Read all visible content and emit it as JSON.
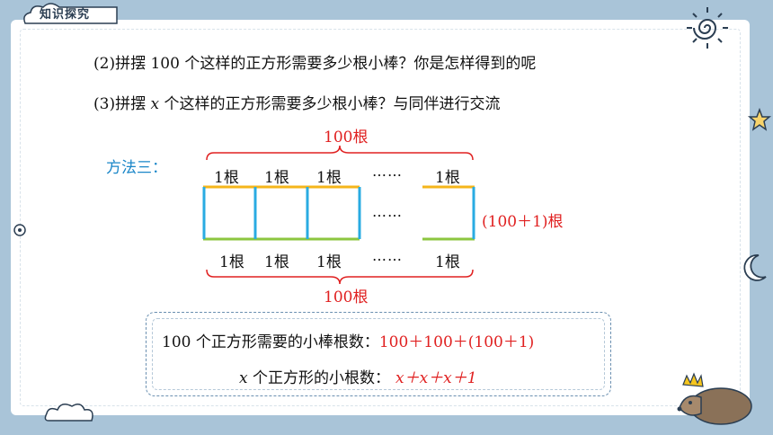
{
  "header": {
    "tab_label": "知识探究"
  },
  "questions": {
    "q2": "(2)拼摆 100 个这样的正方形需要多少根小棒？你是怎样得到的呢",
    "q3_prefix": "(3)拼摆 ",
    "q3_var": "x",
    "q3_suffix": " 个这样的正方形需要多少根小棒？与同伴进行交流"
  },
  "method_label": "方法三：",
  "diagram": {
    "top_brace_label": "100根",
    "bottom_brace_label": "100根",
    "top_labels": [
      "1根",
      "1根",
      "1根",
      "1根"
    ],
    "bottom_labels": [
      "1根",
      "1根",
      "1根",
      "1根"
    ],
    "ellipsis": "……",
    "right_label": "(100＋1)根",
    "colors": {
      "horizontal_top": "#f5b51a",
      "horizontal_bottom": "#8cc63f",
      "vertical": "#29abe2",
      "accent": "#e02020"
    }
  },
  "summary": {
    "line1_text": "100 个正方形需要的小棒根数：",
    "line1_formula": "100＋100＋(100＋1)",
    "line2_var": "x",
    "line2_text": " 个正方形的小根数：",
    "line2_formula": "x＋x＋x＋1"
  }
}
